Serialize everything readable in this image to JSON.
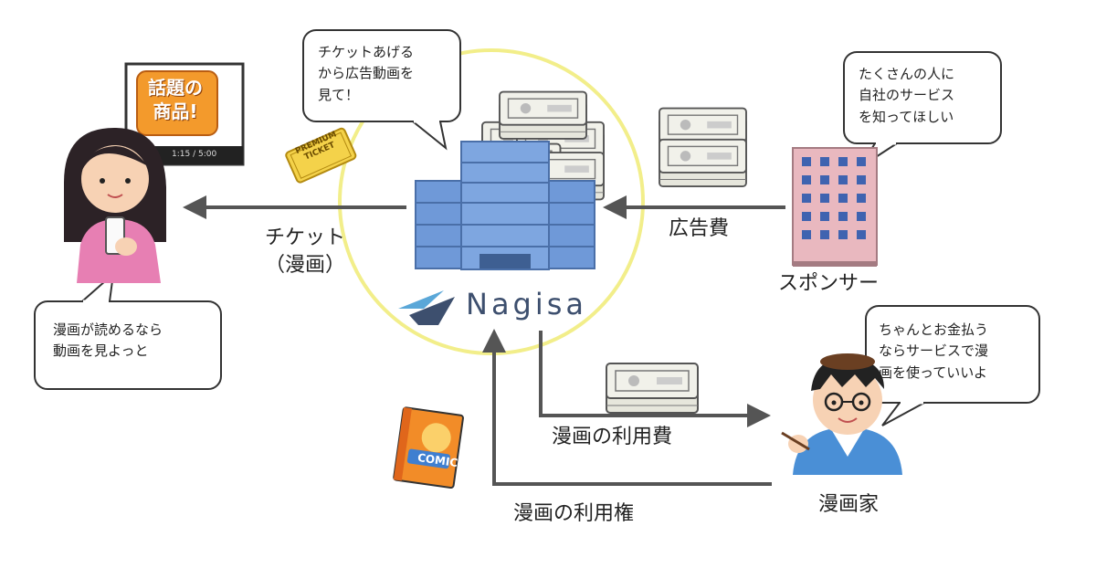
{
  "brand": {
    "name": "Nagisa",
    "accent": "#3d4f6e"
  },
  "colors": {
    "circle": "#f2ee8a",
    "arrow": "#555555",
    "building_blue": "#6f99d8",
    "sponsor_building": "#e9b8bf"
  },
  "flows": {
    "ticket": "チケット\n（漫画）",
    "ad_fee": "広告費",
    "usage_fee": "漫画の利用費",
    "usage_right": "漫画の利用権"
  },
  "actors": {
    "sponsor": "スポンサー",
    "artist": "漫画家"
  },
  "bubbles": {
    "nagisa": "チケットあげる\nから広告動画を\n見て！",
    "sponsor": "たくさんの人に\n自社のサービス\nを知ってほしい",
    "artist": "ちゃんとお金払う\nならサービスで漫\n画を使っていいよ",
    "user": "漫画が読めるなら\n動画を見よっと"
  },
  "illustrations": {
    "video_badge": "話題の\n商品!",
    "video_time": "1:15 / 5:00",
    "ticket": "PREMIUM\nTICKET",
    "comic": "COMIC"
  },
  "icons": [
    "woman-with-phone-icon",
    "video-player-icon",
    "ticket-icon",
    "money-stack-icon",
    "office-building-icon",
    "nagisa-logo-icon",
    "cartoonist-icon",
    "comic-book-icon"
  ]
}
